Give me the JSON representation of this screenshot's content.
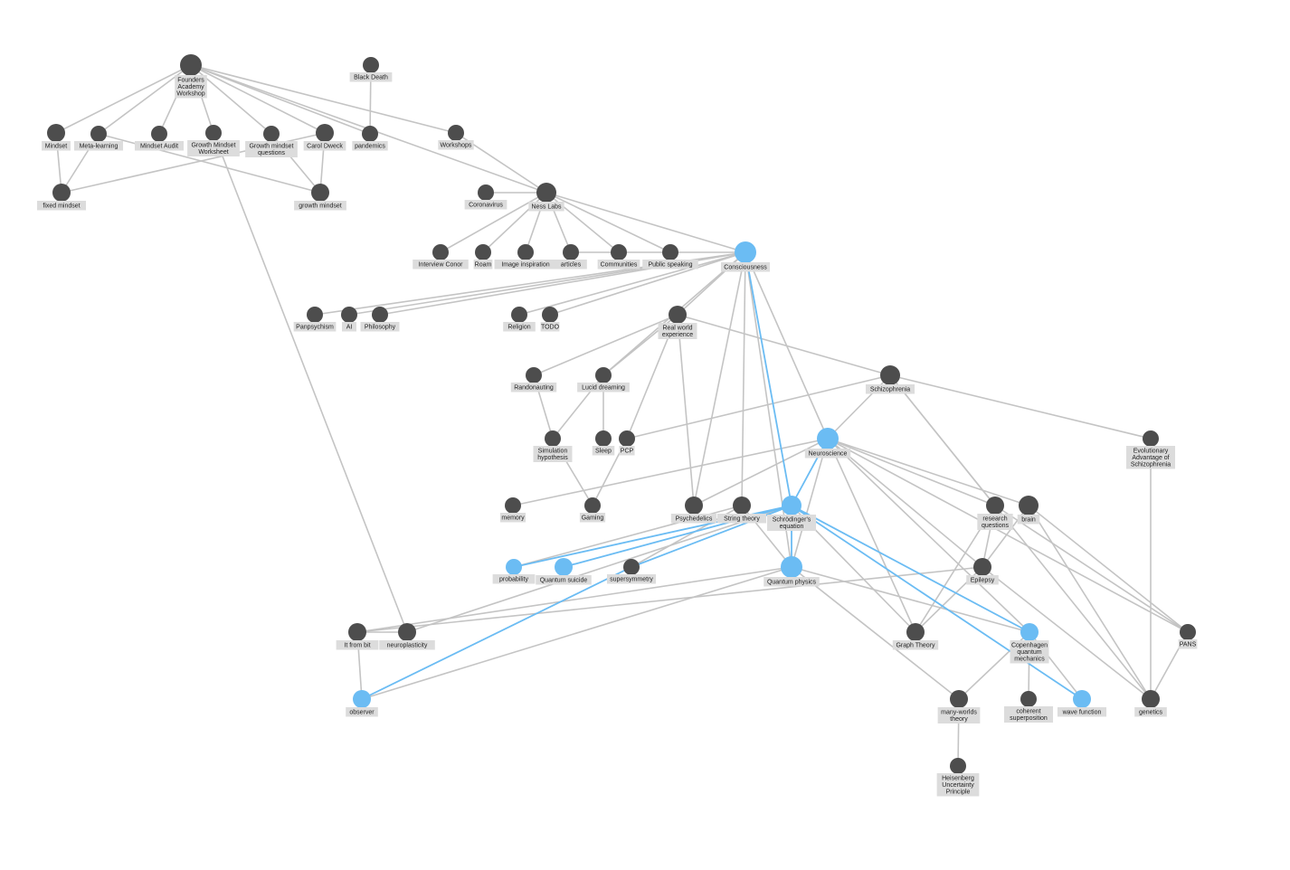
{
  "colors": {
    "edge": "#c4c4c4",
    "highlight": "#6bbcf3",
    "node": "#4d4d4d",
    "label_bg": "#dcdcdc",
    "label_text": "#222222"
  },
  "nodes": [
    {
      "id": "faw",
      "label": [
        "Founders",
        "Academy",
        "Workshop"
      ],
      "hl": false
    },
    {
      "id": "black",
      "label": [
        "Black Death"
      ],
      "hl": false
    },
    {
      "id": "mindset",
      "label": [
        "Mindset"
      ],
      "hl": false
    },
    {
      "id": "meta",
      "label": [
        "Meta-learning"
      ],
      "hl": false
    },
    {
      "id": "audit",
      "label": [
        "Mindset Audit"
      ],
      "hl": false
    },
    {
      "id": "gmw",
      "label": [
        "Growth Mindset",
        "Worksheet"
      ],
      "hl": false
    },
    {
      "id": "gmq",
      "label": [
        "Growth mindset",
        "questions"
      ],
      "hl": false
    },
    {
      "id": "dweck",
      "label": [
        "Carol Dweck"
      ],
      "hl": false
    },
    {
      "id": "pandemics",
      "label": [
        "pandemics"
      ],
      "hl": false
    },
    {
      "id": "workshops",
      "label": [
        "Workshops"
      ],
      "hl": false
    },
    {
      "id": "fixed",
      "label": [
        "fixed mindset"
      ],
      "hl": false
    },
    {
      "id": "growth",
      "label": [
        "growth mindset"
      ],
      "hl": false
    },
    {
      "id": "corona",
      "label": [
        "Coronavirus"
      ],
      "hl": false
    },
    {
      "id": "ness",
      "label": [
        "Ness Labs"
      ],
      "hl": false
    },
    {
      "id": "conor",
      "label": [
        "Interview Conor"
      ],
      "hl": false
    },
    {
      "id": "roam",
      "label": [
        "Roam"
      ],
      "hl": false
    },
    {
      "id": "imginsp",
      "label": [
        "Image inspiration"
      ],
      "hl": false
    },
    {
      "id": "articles",
      "label": [
        "articles"
      ],
      "hl": false
    },
    {
      "id": "communities",
      "label": [
        "Communities"
      ],
      "hl": false
    },
    {
      "id": "speaking",
      "label": [
        "Public speaking"
      ],
      "hl": false
    },
    {
      "id": "consc",
      "label": [
        "Consciousness"
      ],
      "hl": true
    },
    {
      "id": "panpsy",
      "label": [
        "Panpsychism"
      ],
      "hl": false
    },
    {
      "id": "ai",
      "label": [
        "AI"
      ],
      "hl": false
    },
    {
      "id": "philo",
      "label": [
        "Philosophy"
      ],
      "hl": false
    },
    {
      "id": "religion",
      "label": [
        "Religion"
      ],
      "hl": false
    },
    {
      "id": "todo",
      "label": [
        "TODO"
      ],
      "hl": false
    },
    {
      "id": "rwe",
      "label": [
        "Real world",
        "experience"
      ],
      "hl": false
    },
    {
      "id": "rando",
      "label": [
        "Randonauting"
      ],
      "hl": false
    },
    {
      "id": "lucid",
      "label": [
        "Lucid dreaming"
      ],
      "hl": false
    },
    {
      "id": "schizo",
      "label": [
        "Schizophrenia"
      ],
      "hl": false
    },
    {
      "id": "simhyp",
      "label": [
        "Simulation",
        "hypothesis"
      ],
      "hl": false
    },
    {
      "id": "sleep",
      "label": [
        "Sleep"
      ],
      "hl": false
    },
    {
      "id": "pcp",
      "label": [
        "PCP"
      ],
      "hl": false
    },
    {
      "id": "neuro",
      "label": [
        "Neuroscience"
      ],
      "hl": true
    },
    {
      "id": "evo",
      "label": [
        "Evolutionary",
        "Advantage of",
        "Schizophrenia"
      ],
      "hl": false
    },
    {
      "id": "memory",
      "label": [
        "memory"
      ],
      "hl": false
    },
    {
      "id": "gaming",
      "label": [
        "Gaming"
      ],
      "hl": false
    },
    {
      "id": "psyched",
      "label": [
        "Psychedelics"
      ],
      "hl": false
    },
    {
      "id": "string",
      "label": [
        "String theory"
      ],
      "hl": false
    },
    {
      "id": "schrod",
      "label": [
        "Schrödinger's",
        "equation"
      ],
      "hl": true
    },
    {
      "id": "rq",
      "label": [
        "research",
        "questions"
      ],
      "hl": false
    },
    {
      "id": "brain",
      "label": [
        "brain"
      ],
      "hl": false
    },
    {
      "id": "prob",
      "label": [
        "probability"
      ],
      "hl": true
    },
    {
      "id": "qsuicide",
      "label": [
        "Quantum suicide"
      ],
      "hl": true
    },
    {
      "id": "susy",
      "label": [
        "supersymmetry"
      ],
      "hl": false
    },
    {
      "id": "qphys",
      "label": [
        "Quantum physics"
      ],
      "hl": true
    },
    {
      "id": "epilepsy",
      "label": [
        "Epilepsy"
      ],
      "hl": false
    },
    {
      "id": "itbit",
      "label": [
        "It from bit"
      ],
      "hl": false
    },
    {
      "id": "neuroplast",
      "label": [
        "neuroplasticity"
      ],
      "hl": false
    },
    {
      "id": "graph",
      "label": [
        "Graph Theory"
      ],
      "hl": false
    },
    {
      "id": "cqm",
      "label": [
        "Copenhagen",
        "quantum",
        "mechanics"
      ],
      "hl": true
    },
    {
      "id": "pans",
      "label": [
        "PANS"
      ],
      "hl": false
    },
    {
      "id": "observer",
      "label": [
        "observer"
      ],
      "hl": true
    },
    {
      "id": "mwt",
      "label": [
        "many-worlds",
        "theory"
      ],
      "hl": false
    },
    {
      "id": "cohsup",
      "label": [
        "coherent",
        "superposition"
      ],
      "hl": false
    },
    {
      "id": "wavefn",
      "label": [
        "wave function"
      ],
      "hl": true
    },
    {
      "id": "genetics",
      "label": [
        "genetics"
      ],
      "hl": false
    },
    {
      "id": "heisen",
      "label": [
        "Heisenberg",
        "Uncertainty",
        "Principle"
      ],
      "hl": false
    }
  ],
  "edges": [
    [
      "faw",
      "mindset",
      false
    ],
    [
      "faw",
      "meta",
      false
    ],
    [
      "faw",
      "audit",
      false
    ],
    [
      "faw",
      "gmw",
      false
    ],
    [
      "faw",
      "gmq",
      false
    ],
    [
      "faw",
      "dweck",
      false
    ],
    [
      "faw",
      "pandemics",
      false
    ],
    [
      "faw",
      "workshops",
      false
    ],
    [
      "faw",
      "ness",
      false
    ],
    [
      "mindset",
      "fixed",
      false
    ],
    [
      "meta",
      "fixed",
      false
    ],
    [
      "meta",
      "growth",
      false
    ],
    [
      "dweck",
      "fixed",
      false
    ],
    [
      "dweck",
      "growth",
      false
    ],
    [
      "gmq",
      "growth",
      false
    ],
    [
      "black",
      "pandemics",
      false
    ],
    [
      "gmw",
      "neuroplast",
      false
    ],
    [
      "workshops",
      "ness",
      false
    ],
    [
      "ness",
      "corona",
      false
    ],
    [
      "ness",
      "conor",
      false
    ],
    [
      "ness",
      "roam",
      false
    ],
    [
      "ness",
      "imginsp",
      false
    ],
    [
      "ness",
      "articles",
      false
    ],
    [
      "ness",
      "communities",
      false
    ],
    [
      "ness",
      "speaking",
      false
    ],
    [
      "ness",
      "consc",
      false
    ],
    [
      "consc",
      "articles",
      false
    ],
    [
      "consc",
      "panpsy",
      false
    ],
    [
      "consc",
      "ai",
      false
    ],
    [
      "consc",
      "philo",
      false
    ],
    [
      "consc",
      "religion",
      false
    ],
    [
      "consc",
      "todo",
      false
    ],
    [
      "consc",
      "rwe",
      false
    ],
    [
      "consc",
      "lucid",
      false
    ],
    [
      "consc",
      "psyched",
      false
    ],
    [
      "consc",
      "string",
      false
    ],
    [
      "consc",
      "qphys",
      false
    ],
    [
      "consc",
      "neuro",
      false
    ],
    [
      "consc",
      "schrod",
      true
    ],
    [
      "rwe",
      "rando",
      false
    ],
    [
      "rwe",
      "lucid",
      false
    ],
    [
      "rwe",
      "pcp",
      false
    ],
    [
      "rwe",
      "psyched",
      false
    ],
    [
      "rwe",
      "schizo",
      false
    ],
    [
      "lucid",
      "sleep",
      false
    ],
    [
      "lucid",
      "simhyp",
      false
    ],
    [
      "rando",
      "simhyp",
      false
    ],
    [
      "simhyp",
      "gaming",
      false
    ],
    [
      "pcp",
      "gaming",
      false
    ],
    [
      "schizo",
      "neuro",
      false
    ],
    [
      "schizo",
      "pcp",
      false
    ],
    [
      "schizo",
      "evo",
      false
    ],
    [
      "schizo",
      "rq",
      false
    ],
    [
      "schizo",
      "genetics",
      false
    ],
    [
      "neuro",
      "memory",
      false
    ],
    [
      "neuro",
      "psyched",
      false
    ],
    [
      "neuro",
      "rq",
      false
    ],
    [
      "neuro",
      "brain",
      false
    ],
    [
      "neuro",
      "epilepsy",
      false
    ],
    [
      "neuro",
      "graph",
      false
    ],
    [
      "neuro",
      "cqm",
      false
    ],
    [
      "neuro",
      "pans",
      false
    ],
    [
      "neuro",
      "qphys",
      false
    ],
    [
      "neuro",
      "schrod",
      true
    ],
    [
      "evo",
      "genetics",
      false
    ],
    [
      "schrod",
      "prob",
      true
    ],
    [
      "schrod",
      "qsuicide",
      true
    ],
    [
      "schrod",
      "susy",
      true
    ],
    [
      "schrod",
      "qphys",
      true
    ],
    [
      "schrod",
      "cqm",
      true
    ],
    [
      "schrod",
      "wavefn",
      true
    ],
    [
      "schrod",
      "neuroplast",
      false
    ],
    [
      "schrod",
      "graph",
      false
    ],
    [
      "string",
      "prob",
      false
    ],
    [
      "string",
      "susy",
      false
    ],
    [
      "string",
      "qphys",
      false
    ],
    [
      "susy",
      "observer",
      true
    ],
    [
      "qphys",
      "itbit",
      false
    ],
    [
      "qphys",
      "observer",
      false
    ],
    [
      "qphys",
      "mwt",
      false
    ],
    [
      "qphys",
      "cqm",
      false
    ],
    [
      "itbit",
      "observer",
      false
    ],
    [
      "itbit",
      "neuroplast",
      false
    ],
    [
      "brain",
      "epilepsy",
      false
    ],
    [
      "brain",
      "genetics",
      false
    ],
    [
      "brain",
      "pans",
      false
    ],
    [
      "rq",
      "graph",
      false
    ],
    [
      "rq",
      "epilepsy",
      false
    ],
    [
      "rq",
      "pans",
      false
    ],
    [
      "epilepsy",
      "graph",
      false
    ],
    [
      "epilepsy",
      "itbit",
      false
    ],
    [
      "epilepsy",
      "genetics",
      false
    ],
    [
      "pans",
      "genetics",
      false
    ],
    [
      "cqm",
      "mwt",
      false
    ],
    [
      "cqm",
      "cohsup",
      false
    ],
    [
      "cqm",
      "wavefn",
      false
    ],
    [
      "mwt",
      "heisen",
      false
    ]
  ]
}
